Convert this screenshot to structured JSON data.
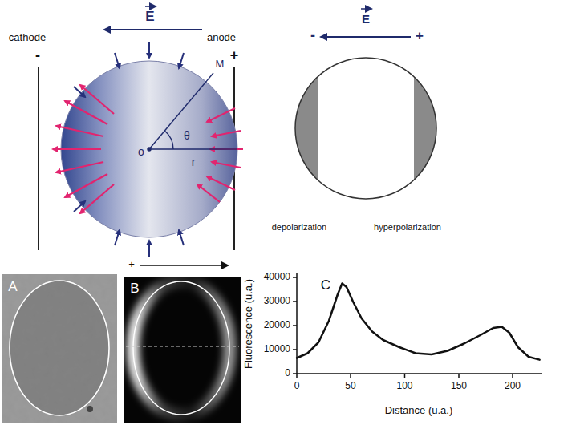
{
  "diagram": {
    "labels": [
      "E",
      "cathode",
      "-",
      "anode",
      "+",
      "M",
      "o",
      "θ",
      "r",
      "-",
      "E",
      "+",
      "depolarization",
      "hyperpolarization",
      "A",
      "B",
      "+",
      "–",
      "C",
      "40000",
      "30000",
      "20000",
      "10000",
      "0",
      "0",
      "50",
      "100",
      "150",
      "200",
      "Fluorescence (u.a.)",
      "Distance (u.a.)"
    ]
  }
}
